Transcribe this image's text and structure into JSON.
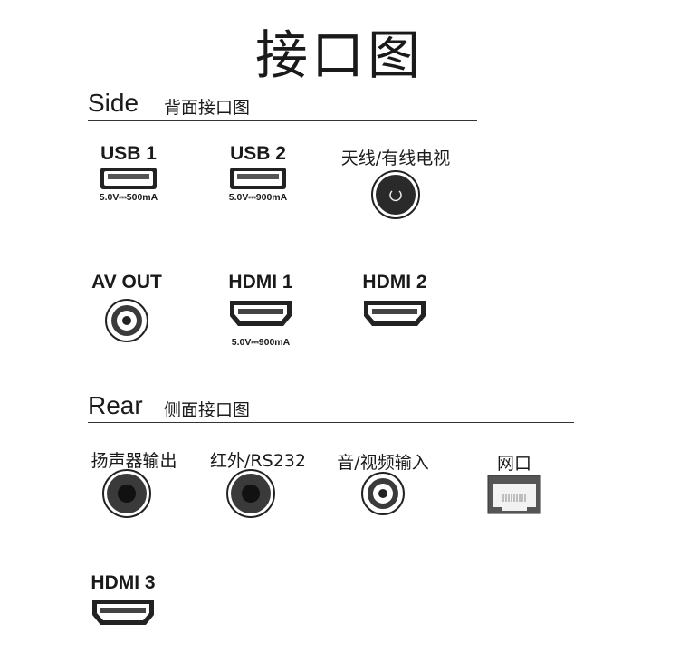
{
  "title": "接口图",
  "side": {
    "heading_en": "Side",
    "heading_zh": "背面接口图",
    "ports": {
      "usb1": {
        "label": "USB 1",
        "spec": "5.0V⎓500mA"
      },
      "usb2": {
        "label": "USB 2",
        "spec": "5.0V⎓900mA"
      },
      "antenna": {
        "label": "天线/有线电视"
      },
      "av_out": {
        "label": "AV OUT"
      },
      "hdmi1": {
        "label": "HDMI 1",
        "spec": "5.0V⎓900mA"
      },
      "hdmi2": {
        "label": "HDMI 2"
      }
    }
  },
  "rear": {
    "heading_en": "Rear",
    "heading_zh": "侧面接口图",
    "ports": {
      "speaker": {
        "label": "扬声器输出"
      },
      "ir_rs232": {
        "label": "红外/RS232"
      },
      "av_in": {
        "label": "音/视频输入"
      },
      "lan": {
        "label": "网口"
      },
      "hdmi3": {
        "label": "HDMI 3"
      }
    }
  }
}
